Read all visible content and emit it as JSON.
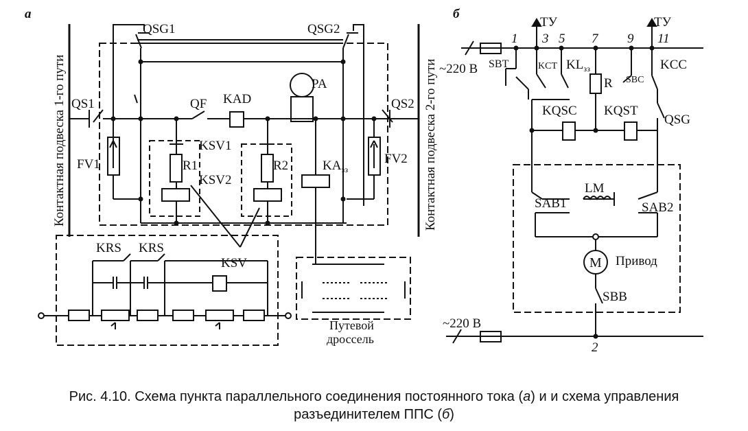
{
  "panel_a": {
    "letter": "а",
    "vertical_left": "Контактная подвеска 1-го пути",
    "vertical_right": "Контактная подвеска 2-го пути",
    "labels": {
      "qsg1": "QSG1",
      "qsg2": "QSG2",
      "qs1": "QS1",
      "qs2": "QS2",
      "qf": "QF",
      "kad": "KAD",
      "pa": "PA",
      "fv1": "FV1",
      "fv2": "FV2",
      "ksv1": "KSV1",
      "ksv2": "KSV2",
      "r1": "R1",
      "r2": "R2",
      "ka_main": "KA",
      "ka_sub": "зз",
      "krs1": "KRS",
      "krs2": "KRS",
      "ksv": "KSV",
      "choke_line1": "Путевой",
      "choke_line2": "дроссель"
    }
  },
  "panel_b": {
    "letter": "б",
    "supply_top": "~220 В",
    "supply_bottom": "~220 В",
    "tu1": "ТУ",
    "tu2": "ТУ",
    "nodes": [
      "1",
      "3",
      "5",
      "7",
      "9",
      "11",
      "2"
    ],
    "labels": {
      "sbt": "SBT",
      "kct": "KCT",
      "kl_main": "KL",
      "kl_sub": "зз",
      "r": "R",
      "sbc": "SBC",
      "kcc": "KCC",
      "kqsc": "KQSC",
      "kqst": "KQST",
      "qsg": "QSG",
      "sab1": "SAB1",
      "sab2": "SAB2",
      "lm": "LM",
      "m": "M",
      "privod": "Привод",
      "sbb": "SBB"
    }
  },
  "caption": {
    "line1_a": "Рис. 4.10. Схема пункта параллельного соединения постоянного тока (",
    "line1_b": "а",
    "line1_c": ") и и схема управления",
    "line2_a": "разъединителем ППС (",
    "line2_b": "б",
    "line2_c": ")"
  }
}
